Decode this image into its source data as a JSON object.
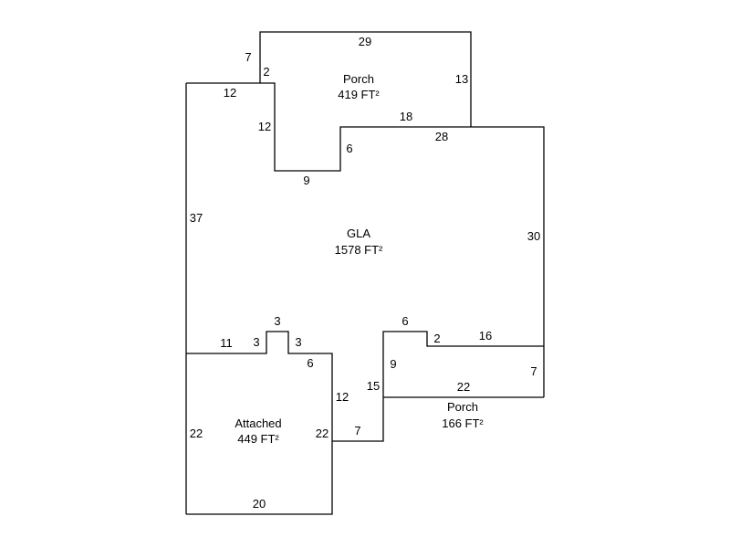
{
  "areas": {
    "porch_top": {
      "name": "Porch",
      "area": "419 FT²"
    },
    "gla": {
      "name": "GLA",
      "area": "1578 FT²"
    },
    "attached": {
      "name": "Attached",
      "area": "449 FT²"
    },
    "porch_right": {
      "name": "Porch",
      "area": "166 FT²"
    }
  },
  "dimensions": {
    "porch_top_top": "29",
    "porch_top_left_outer": "7",
    "porch_top_left_inner": "2",
    "porch_top_right": "13",
    "porch_top_bottom": "18",
    "gla_top_left": "12",
    "gla_notch_left": "12",
    "gla_notch_bottom": "9",
    "gla_notch_right": "6",
    "gla_top_right": "28",
    "gla_left": "37",
    "gla_right": "30",
    "att_top_left": "11",
    "att_bump_left": "3",
    "att_bump_top": "3",
    "att_bump_right": "3",
    "att_top_right": "6",
    "att_right_upper": "12",
    "att_left": "22",
    "att_right": "22",
    "att_bottom": "20",
    "link_bottom": "7",
    "porch_r_left_outer": "15",
    "porch_r_left_inner": "9",
    "porch_r_top_left": "6",
    "porch_r_step": "2",
    "porch_r_top": "16",
    "porch_r_right": "7",
    "porch_r_bottom": "22"
  }
}
